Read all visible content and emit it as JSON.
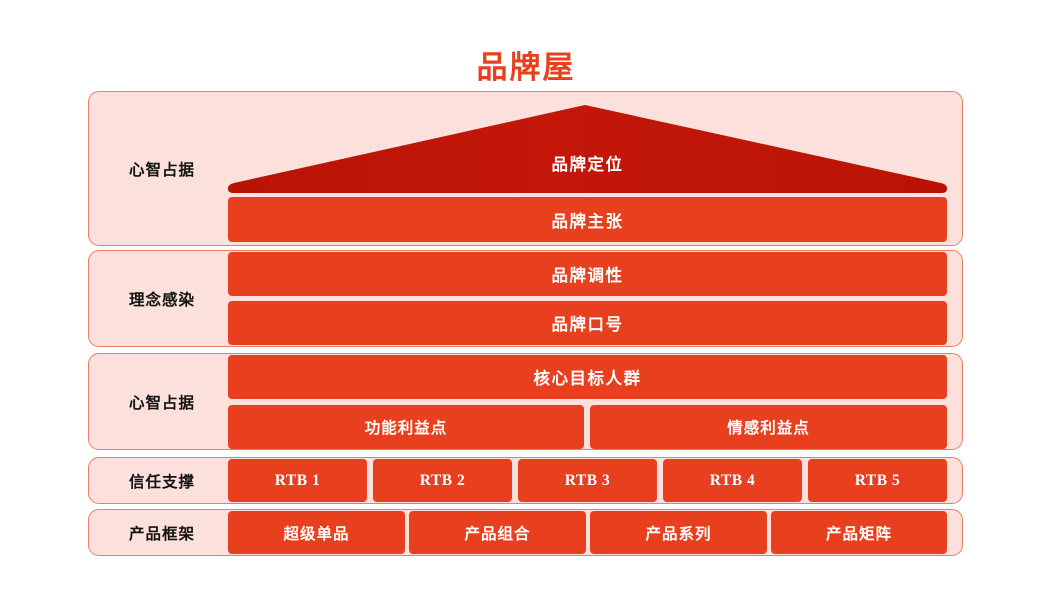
{
  "title": "品牌屋",
  "colors": {
    "accent_red": "#E8401F",
    "roof_red": "#C01608",
    "panel_bg": "#FBE0DB",
    "panel_border": "#EE7D67",
    "label_text": "#111111",
    "bar_text": "#FFFFFF",
    "page_bg": "#FFFFFF"
  },
  "rows": [
    {
      "label": "心智占据",
      "roof": {
        "label": "品牌定位"
      },
      "bars": [
        {
          "label": "品牌主张"
        }
      ]
    },
    {
      "label": "理念感染",
      "bars": [
        {
          "label": "品牌调性"
        },
        {
          "label": "品牌口号"
        }
      ]
    },
    {
      "label": "心智占据",
      "bars": [
        {
          "label": "核心目标人群"
        }
      ],
      "split_bars": [
        {
          "label": "功能利益点"
        },
        {
          "label": "情感利益点"
        }
      ]
    },
    {
      "label": "信任支撑",
      "bars": [
        {
          "label": "RTB 1"
        },
        {
          "label": "RTB 2"
        },
        {
          "label": "RTB 3"
        },
        {
          "label": "RTB 4"
        },
        {
          "label": "RTB 5"
        }
      ]
    },
    {
      "label": "产品框架",
      "bars": [
        {
          "label": "超级单品"
        },
        {
          "label": "产品组合"
        },
        {
          "label": "产品系列"
        },
        {
          "label": "产品矩阵"
        }
      ]
    }
  ]
}
